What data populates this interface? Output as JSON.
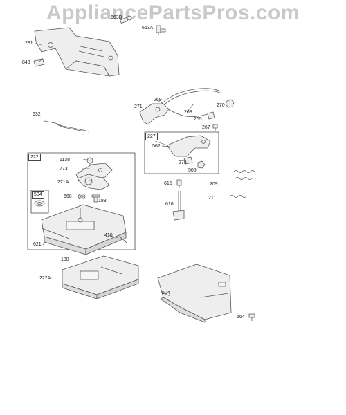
{
  "watermark": "AppliancePartsPros.com",
  "boxes": {
    "box222": "222",
    "box227": "227",
    "box504": "504"
  },
  "labels": {
    "l663B": "663B",
    "l663A": "663A",
    "l281": "281",
    "l843": "843",
    "l269": "269",
    "l271": "271",
    "l268": "268",
    "l270": "270",
    "l265": "265",
    "l267": "267",
    "l632": "632",
    "l562": "562",
    "l278": "278",
    "l505": "505",
    "l1138": "1138",
    "l773": "773",
    "l271A": "271A",
    "l668": "668",
    "l188a": "188",
    "l615": "615",
    "l209": "209",
    "l616": "616",
    "l211": "211",
    "l410": "410",
    "l621": "621",
    "l188b": "188",
    "l222A": "222A",
    "l604": "604",
    "l564": "564"
  },
  "colors": {
    "line": "#555555",
    "fill": "#eeeeee",
    "watermark": "#c9c9c9"
  }
}
